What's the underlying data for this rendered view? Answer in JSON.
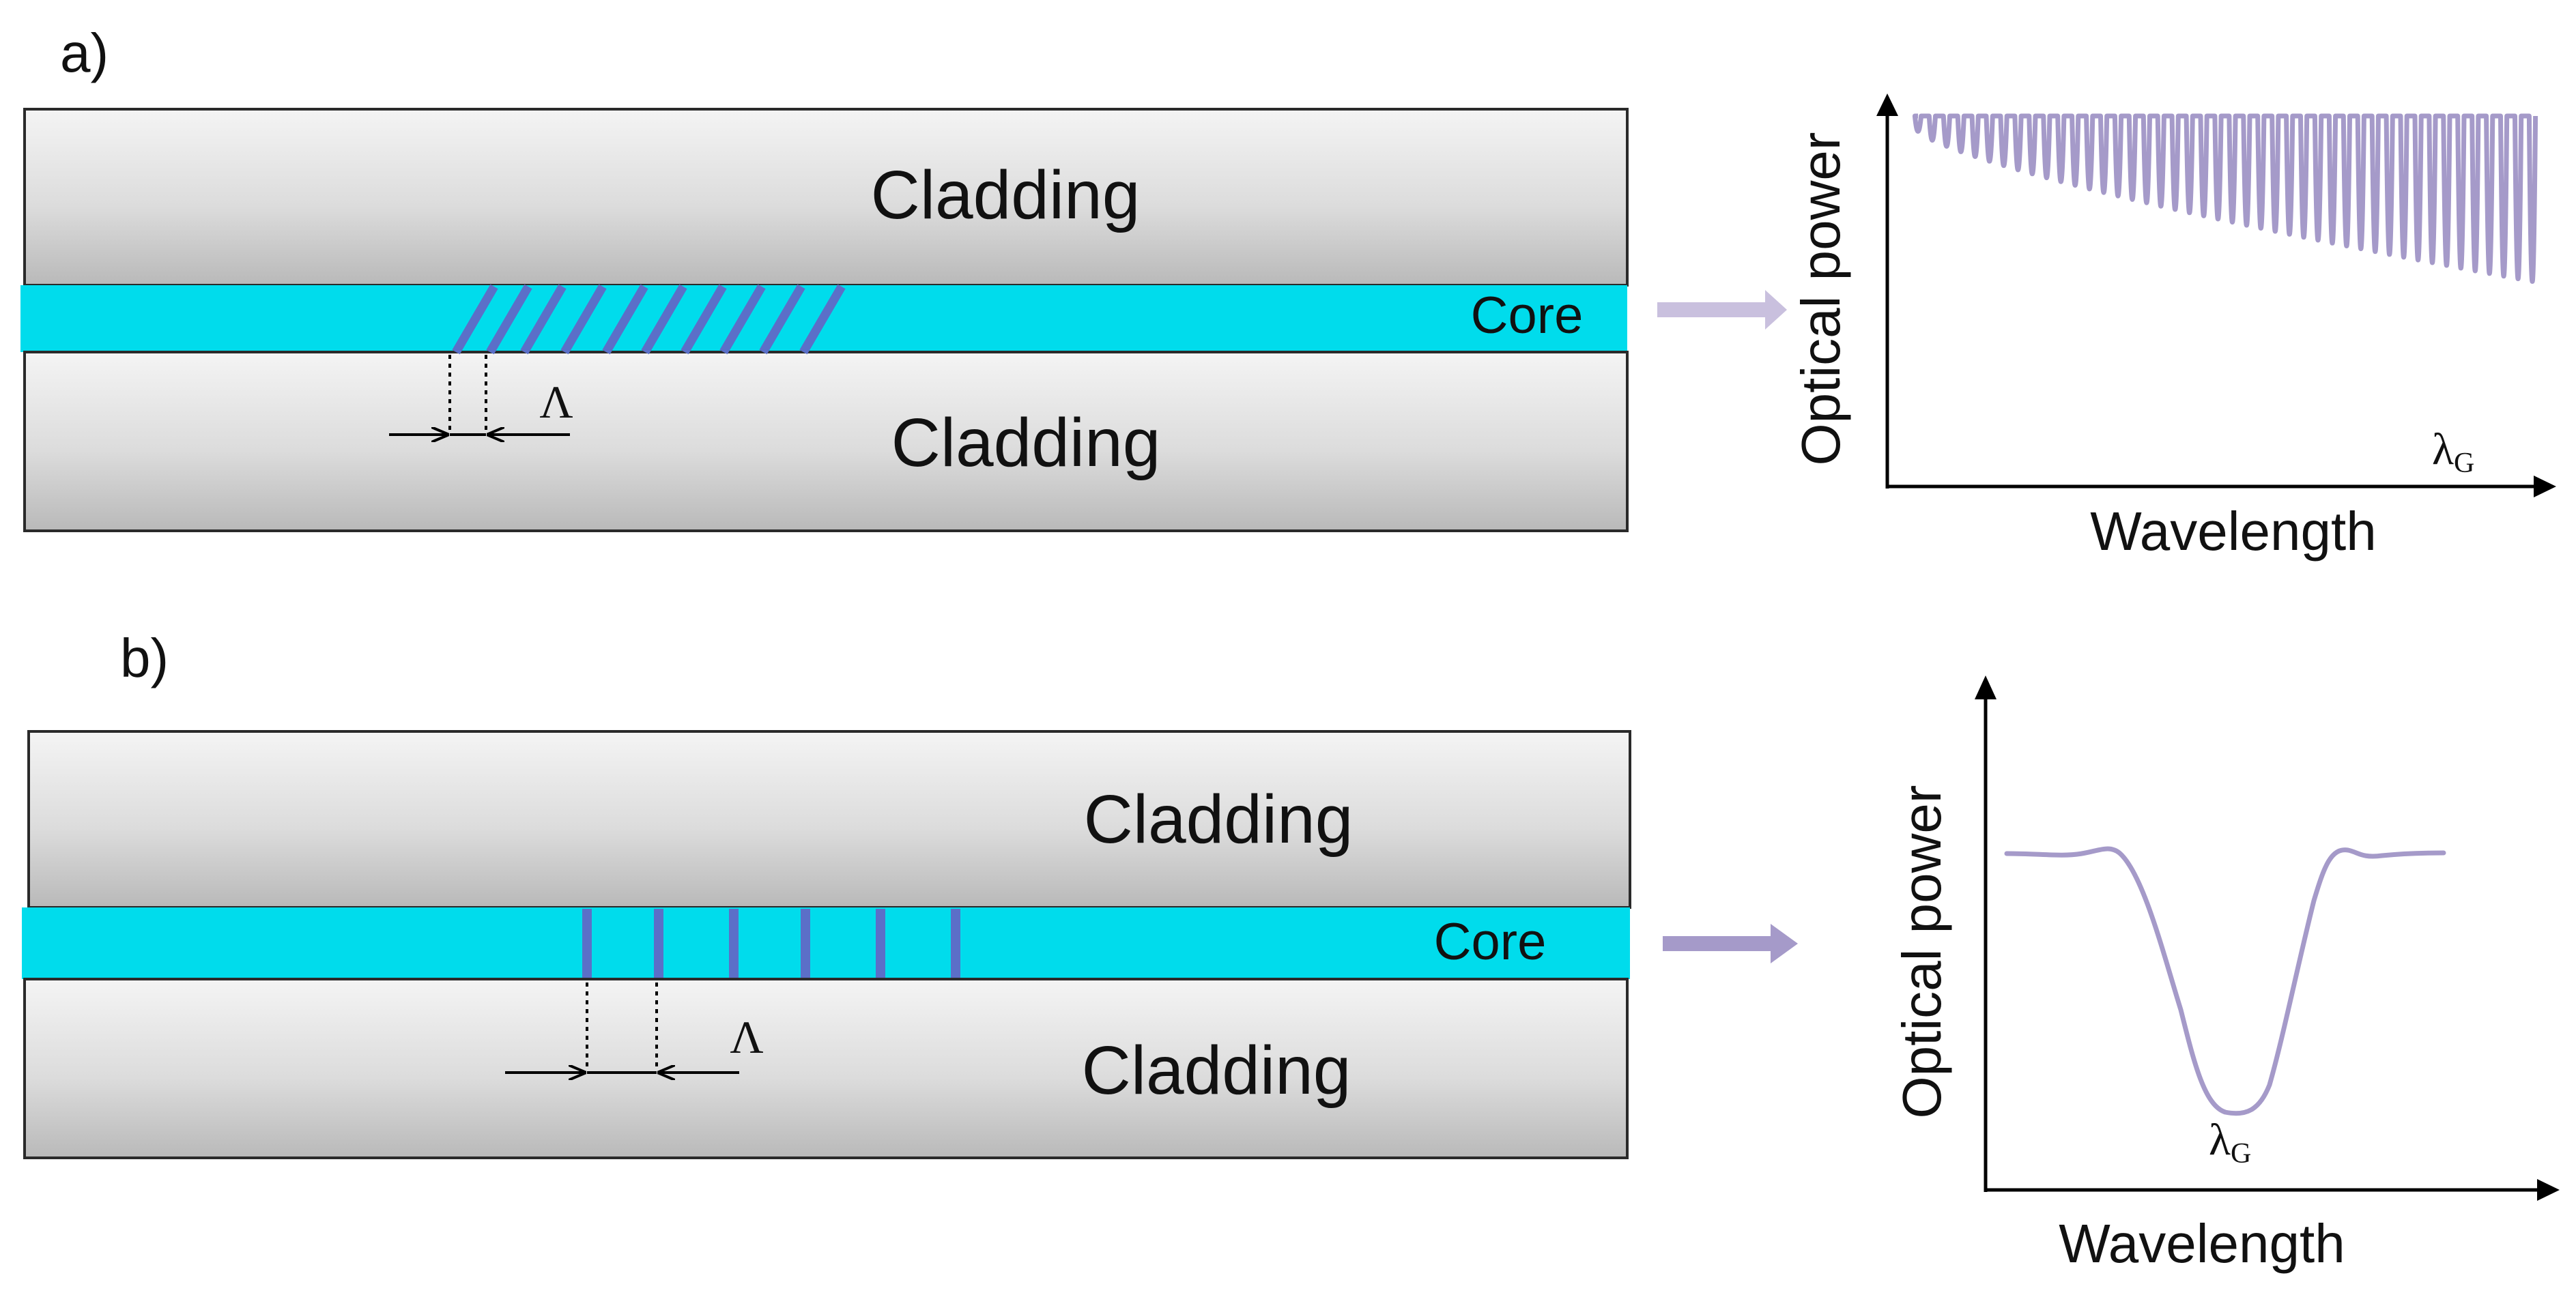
{
  "panel_a": {
    "label": "a)",
    "cladding_top": "Cladding",
    "cladding_bottom": "Cladding",
    "core": "Core",
    "period_symbol": "Λ",
    "plot": {
      "y_axis": "Optical power",
      "x_axis": "Wavelength",
      "marker_main": "λ",
      "marker_sub": "G"
    }
  },
  "panel_b": {
    "label": "b)",
    "cladding_top": "Cladding",
    "cladding_bottom": "Cladding",
    "core": "Core",
    "period_symbol": "Λ",
    "plot": {
      "y_axis": "Optical power",
      "x_axis": "Wavelength",
      "marker_main": "λ",
      "marker_sub": "G"
    }
  },
  "colors": {
    "core": "#00dcec",
    "cladding_light": "#f2f2f2",
    "cladding_dark": "#bdbdbd",
    "grating": "#5b6fc8",
    "spectrum": "#a59ac9",
    "arrow": "#c9c0de"
  }
}
